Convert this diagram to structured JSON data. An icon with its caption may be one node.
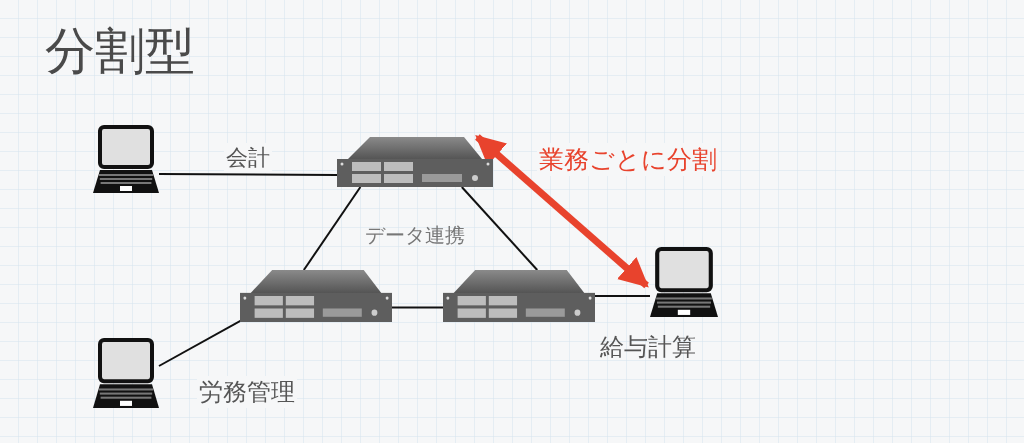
{
  "diagram": {
    "title": "分割型",
    "nodes": [
      {
        "text": [],
        "shape": "picture"
      },
      {
        "text": [],
        "shape": "picture"
      },
      {
        "text": [],
        "shape": "picture",
        "beside": [
          "給与計算"
        ]
      },
      {
        "text": [],
        "shape": "picture"
      },
      {
        "text": [],
        "shape": "picture"
      },
      {
        "text": [],
        "shape": "picture"
      }
    ],
    "edges": [
      {
        "from": 0,
        "to": 1,
        "arrow": "none",
        "label": "会計"
      },
      {
        "from": 1,
        "to": 3,
        "arrow": "none"
      },
      {
        "from": 1,
        "to": 4,
        "arrow": "none"
      },
      {
        "from": 3,
        "to": 4,
        "arrow": "none"
      },
      {
        "from": 4,
        "to": 2,
        "arrow": "none"
      },
      {
        "from": 5,
        "to": 3,
        "arrow": "none",
        "label": "労務管理"
      },
      {
        "from": 1,
        "to": 2,
        "arrow": "both",
        "style": "thick",
        "color": "#e8432d",
        "label": "業務ごとに分割"
      }
    ],
    "labels": [
      "データ連携"
    ]
  }
}
